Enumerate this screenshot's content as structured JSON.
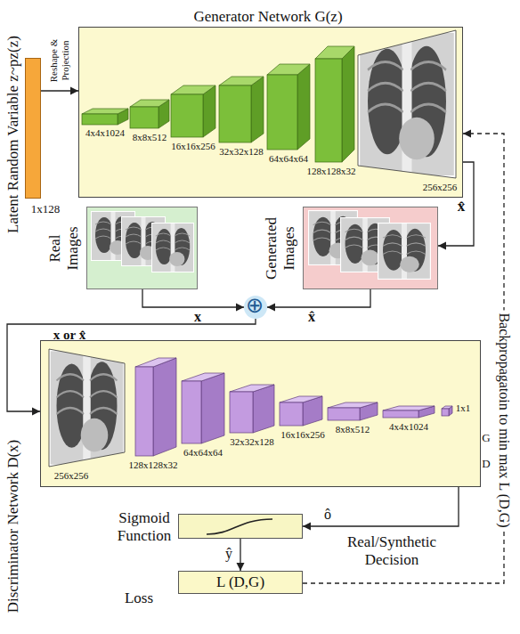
{
  "diagram": {
    "nodes": [
      {
        "text": [
          "Latent Random Variable z~pz(z)",
          "1x128"
        ]
      },
      {
        "text": [
          "Generator Network G(z)"
        ]
      },
      {
        "text": [
          "Real Images"
        ]
      },
      {
        "text": [
          "Generated Images"
        ]
      },
      {
        "text": [
          "⊕"
        ]
      },
      {
        "text": [
          "Discriminator Network D(x)"
        ]
      },
      {
        "text": [
          "Sigmoid Function"
        ]
      },
      {
        "text": [
          "L (D,G)",
          "Loss"
        ]
      }
    ],
    "edges": [
      {
        "from": 0,
        "to": 1,
        "arrow": "to",
        "label": "Reshape & Projection"
      },
      {
        "from": 1,
        "to": 3,
        "arrow": "to",
        "label": "x̂"
      },
      {
        "from": 2,
        "to": 4,
        "arrow": "to",
        "label": "x"
      },
      {
        "from": 3,
        "to": 4,
        "arrow": "to",
        "label": "x̂"
      },
      {
        "from": 4,
        "to": 5,
        "arrow": "to",
        "label": "x or x̂"
      },
      {
        "from": 5,
        "to": 6,
        "arrow": "to",
        "label": "ô"
      },
      {
        "from": 6,
        "to": 7,
        "arrow": "to",
        "label": "ŷ"
      },
      {
        "from": 7,
        "to": 1,
        "arrow": "to",
        "label": "Backpropagatoin to min max L (D,G)"
      }
    ],
    "labels": [
      "4x4x1024",
      "8x8x512",
      "16x16x256",
      "32x32x128",
      "64x64x64",
      "128x128x32",
      "256x256",
      "256x256",
      "128x128x32",
      "64x64x64",
      "32x32x128",
      "16x16x256",
      "8x8x512",
      "4x4x1024",
      "1x1",
      "G",
      "D",
      "Real/Synthetic Decision"
    ]
  }
}
